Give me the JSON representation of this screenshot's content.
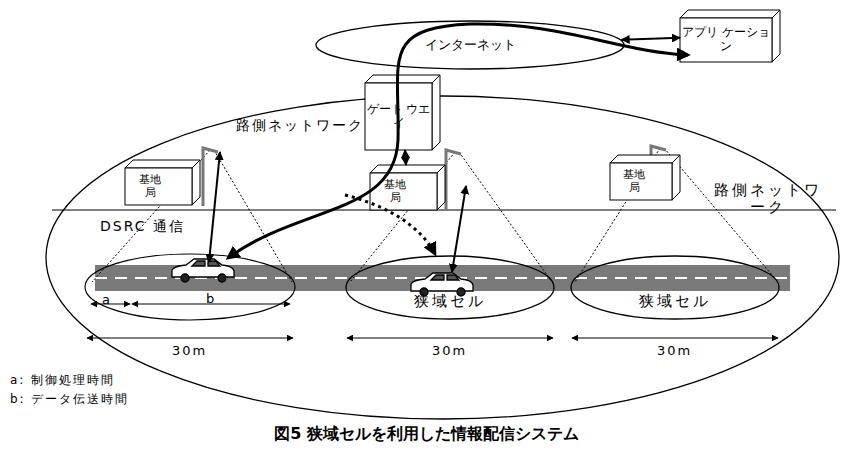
{
  "diagram": {
    "caption": "図5 狭域セルを利用した情報配信システム",
    "nodes": [
      {
        "text": [
          "インターネット"
        ]
      },
      {
        "text": [
          "アプリ ケーション"
        ]
      },
      {
        "text": [
          "路側ネットワーク"
        ]
      },
      {
        "text": [
          "ゲート ウエイ"
        ]
      },
      {
        "text": [
          "基地局"
        ],
        "in": 2
      },
      {
        "text": [
          "基地局"
        ],
        "in": 2
      },
      {
        "text": [
          "基地局"
        ],
        "in": 2
      },
      {
        "text": [
          "狭域セル"
        ],
        "in": 2
      },
      {
        "text": [
          "狭域セル"
        ],
        "in": 2
      }
    ],
    "edges": [
      {
        "from": 0,
        "to": 1,
        "arrow": "both"
      },
      {
        "from": 3,
        "to": 5,
        "arrow": "both"
      }
    ],
    "labels": [
      "路側ネットワーク",
      "DSRC 通信",
      "a",
      "b",
      "30m",
      "30m",
      "30m",
      "a: 制御処理時間",
      "b: データ伝送時間"
    ]
  }
}
